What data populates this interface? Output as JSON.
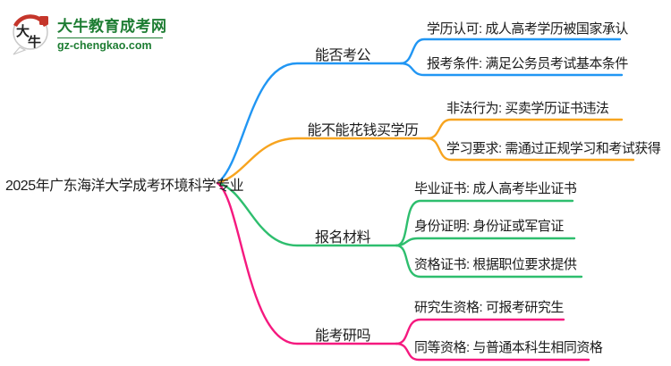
{
  "brand": {
    "name": "大牛教育成考网",
    "url": "gz-chengkao.com",
    "logo_char1": "大",
    "logo_char2": "牛",
    "brand_color": "#1E7D33",
    "seal_color": "#C5362B"
  },
  "mindmap": {
    "root": "2025年广东海洋大学成考环境科学专业",
    "branches": [
      {
        "label": "能否考公",
        "color": "#2196F3",
        "children": [
          {
            "text": "学历认可: 成人高考学历被国家承认"
          },
          {
            "text": "报考条件: 满足公务员考试基本条件"
          }
        ]
      },
      {
        "label": "能不能花钱买学历",
        "color": "#F7A41F",
        "children": [
          {
            "text": "非法行为: 买卖学历证书违法"
          },
          {
            "text": "学习要求: 需通过正规学习和考试获得"
          }
        ]
      },
      {
        "label": "报名材料",
        "color": "#2EBE6E",
        "children": [
          {
            "text": "毕业证书: 成人高考毕业证书"
          },
          {
            "text": "身份证明: 身份证或军官证"
          },
          {
            "text": "资格证书: 根据职位要求提供"
          }
        ]
      },
      {
        "label": "能考研吗",
        "color": "#F5197F",
        "children": [
          {
            "text": "研究生资格: 可报考研究生"
          },
          {
            "text": "同等资格: 与普通本科生相同资格"
          }
        ]
      }
    ]
  }
}
